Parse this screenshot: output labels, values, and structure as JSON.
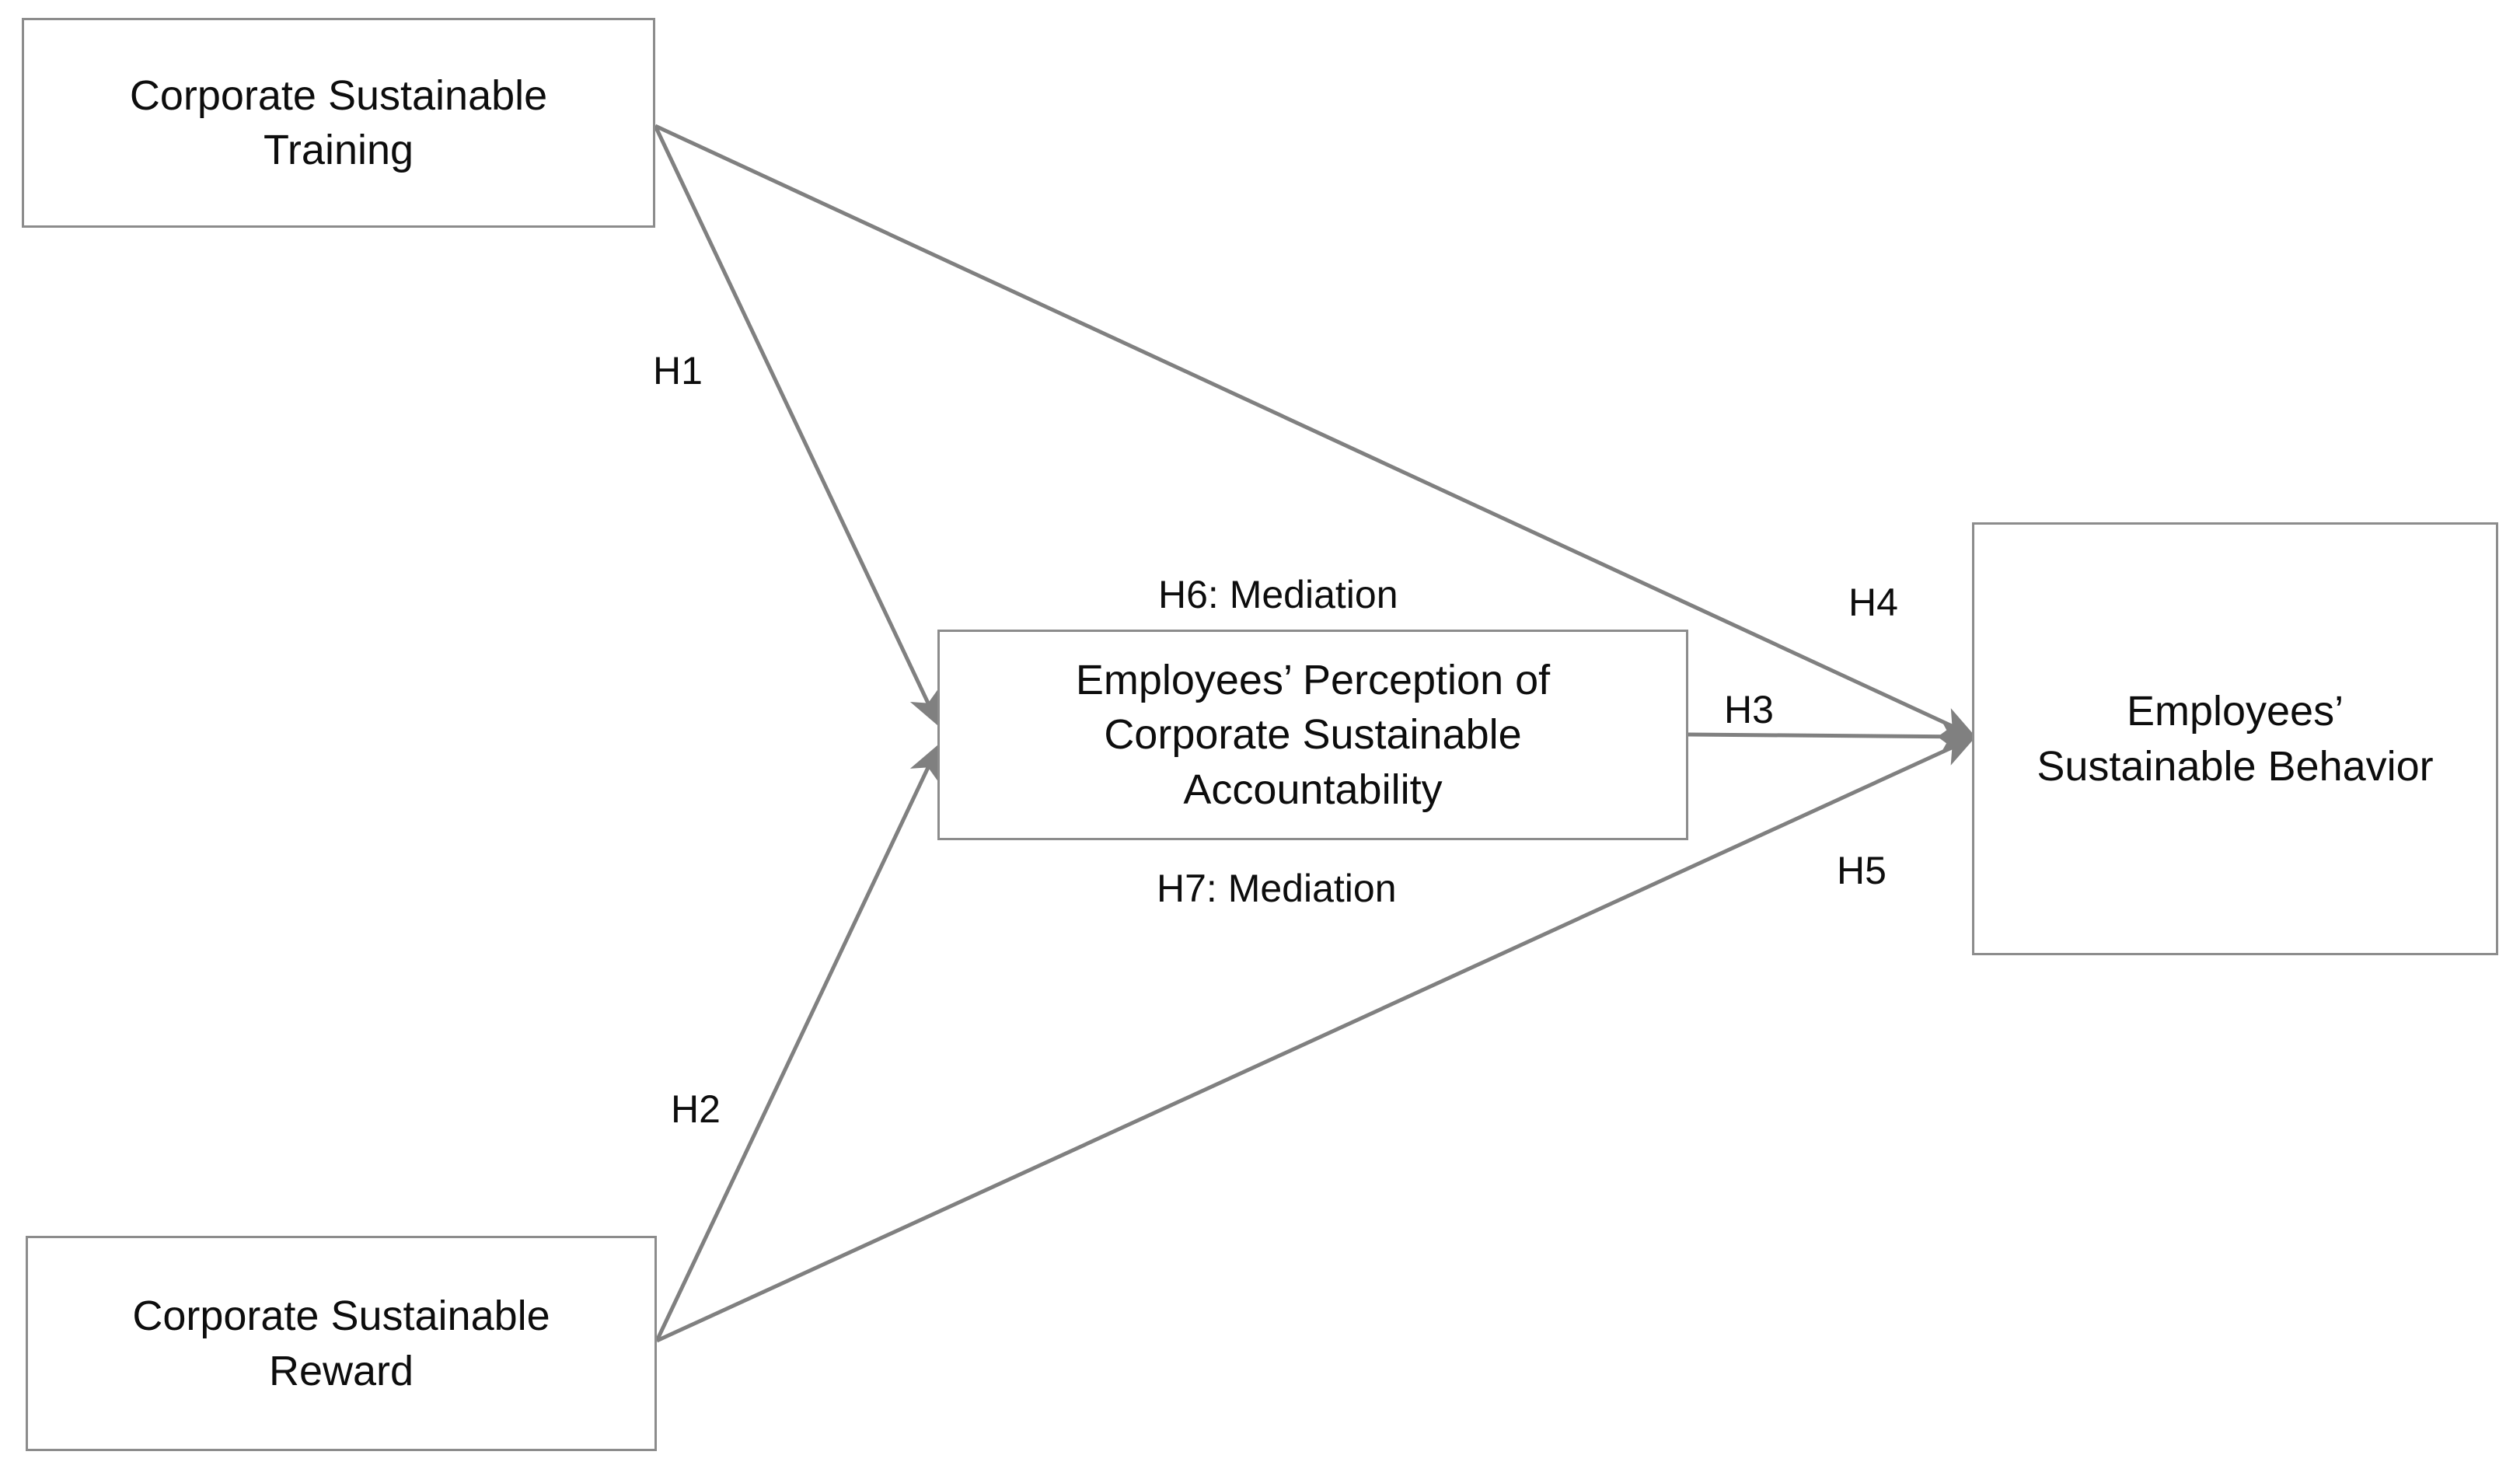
{
  "diagram": {
    "type": "path-model",
    "background_color": "#ffffff",
    "box_border_color": "#8c8c8c",
    "edge_color": "#808080",
    "text_color": "#0d0d0d",
    "nodes": [
      {
        "id": "cst",
        "label": "Corporate Sustainable\nTraining",
        "role": "independent-variable",
        "position": "top-left"
      },
      {
        "id": "csr",
        "label": "Corporate Sustainable\nReward",
        "role": "independent-variable",
        "position": "bottom-left"
      },
      {
        "id": "epcsa",
        "label": "Employees’ Perception of\nCorporate Sustainable\nAccountability",
        "role": "mediator",
        "position": "center"
      },
      {
        "id": "esb",
        "label": "Employees’\nSustainable Behavior",
        "role": "dependent-variable",
        "position": "right"
      }
    ],
    "edges": [
      {
        "id": "h1",
        "label": "H1",
        "from": "cst",
        "to": "epcsa"
      },
      {
        "id": "h2",
        "label": "H2",
        "from": "csr",
        "to": "epcsa"
      },
      {
        "id": "h3",
        "label": "H3",
        "from": "epcsa",
        "to": "esb"
      },
      {
        "id": "h4",
        "label": "H4",
        "from": "cst",
        "to": "esb"
      },
      {
        "id": "h5",
        "label": "H5",
        "from": "csr",
        "to": "esb"
      },
      {
        "id": "h6",
        "label": "H6: Mediation",
        "from": "cst",
        "to": "esb",
        "via": "epcsa"
      },
      {
        "id": "h7",
        "label": "H7: Mediation",
        "from": "csr",
        "to": "esb",
        "via": "epcsa"
      }
    ]
  }
}
